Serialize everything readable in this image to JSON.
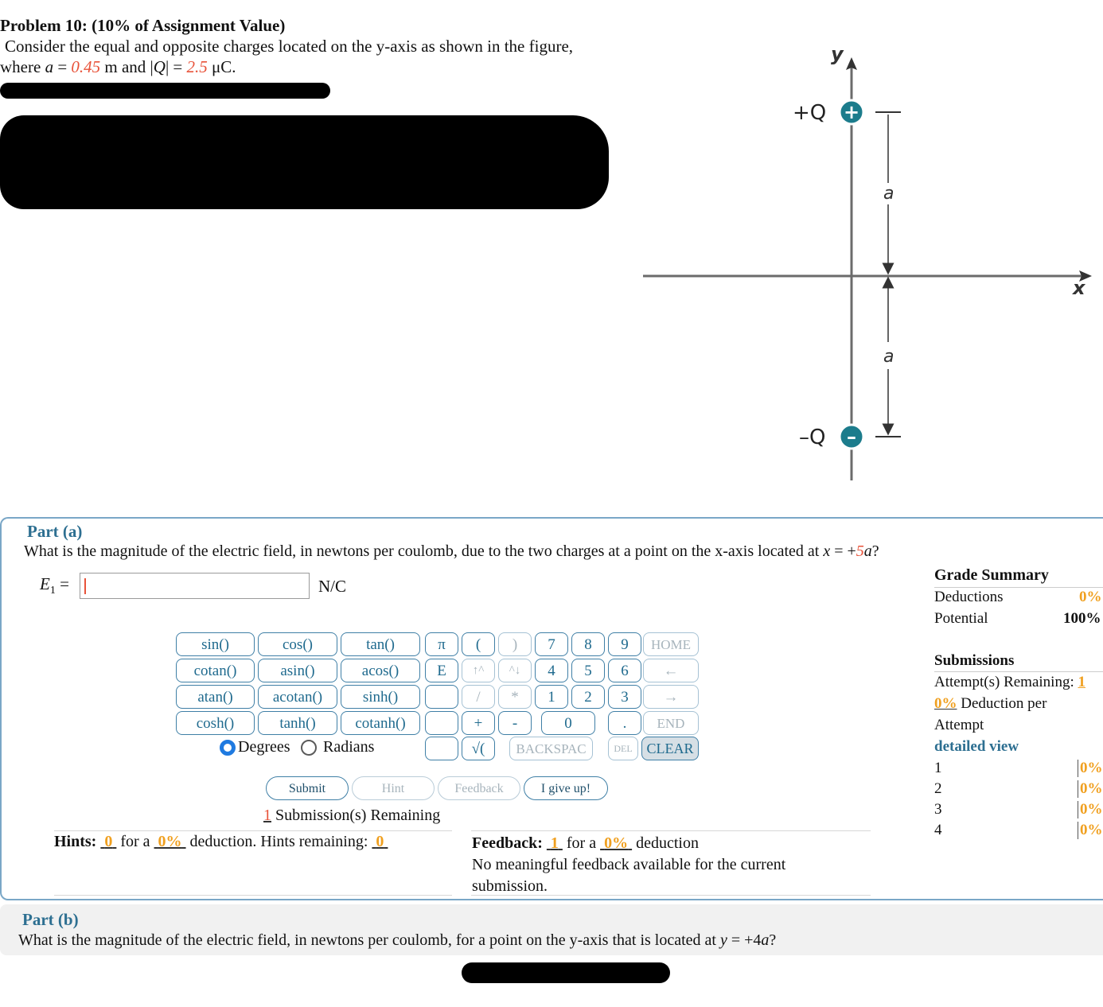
{
  "problem": {
    "title": "Problem 10: (10% of Assignment Value)",
    "statement_line1": "Consider the equal and opposite charges located on the y-axis as shown in the figure,",
    "statement_where": "where ",
    "a_symbol": "a",
    "equals": " = ",
    "a_value": "0.45",
    "a_unit_text": " m and |",
    "q_symbol": "Q",
    "q_equals": "| = ",
    "q_value": "2.5",
    "q_unit": " μC."
  },
  "diagram": {
    "y_axis_label": "y",
    "x_axis_label": "x",
    "top_charge_label": "+Q",
    "bottom_charge_label": "–Q",
    "top_charge_sign": "+",
    "bottom_charge_sign": "–",
    "upper_distance_label": "a",
    "lower_distance_label": "a",
    "colors": {
      "charge_fill": "#1c7c8c",
      "axis": "#6b6b6b"
    }
  },
  "part_a": {
    "heading": "Part (a)",
    "question_prefix": "What is the magnitude of the electric field, in newtons per coulomb, due to the two charges at a point on the x-axis located at ",
    "question_x": "x",
    "question_eq": " = +",
    "question_factor": "5",
    "question_a": "a",
    "question_end": "?",
    "answer_label_E": "E",
    "answer_label_sub": "1",
    "answer_label_eq": " =",
    "answer_value": "",
    "unit": "N/C"
  },
  "keypad": {
    "functions": [
      "sin()",
      "cos()",
      "tan()",
      "cotan()",
      "asin()",
      "acos()",
      "atan()",
      "acotan()",
      "sinh()",
      "cosh()",
      "tanh()",
      "cotanh()"
    ],
    "pi": "π",
    "e": "E",
    "open_paren": "(",
    "close_paren": ")",
    "up_arrow": "↑^",
    "caret_down": "^↓",
    "slash": "/",
    "star": "*",
    "plus": "+",
    "minus": "-",
    "sqrt": "√(",
    "digits": [
      "7",
      "8",
      "9",
      "4",
      "5",
      "6",
      "1",
      "2",
      "3",
      "0",
      "."
    ],
    "home": "HOME",
    "left": "←",
    "right": "→",
    "end": "END",
    "backspace": "BACKSPAC",
    "del": "DEL",
    "clear": "CLEAR",
    "degrees": "Degrees",
    "radians": "Radians"
  },
  "actions": {
    "submit": "Submit",
    "hint": "Hint",
    "feedback": "Feedback",
    "give_up": "I give up!",
    "submissions_count": "1",
    "submissions_text": " Submission(s) Remaining"
  },
  "hints": {
    "label": "Hints:",
    "count": "0",
    "for_a": " for a ",
    "pct": "0%",
    "deduction": " deduction. Hints remaining: ",
    "remaining": "0"
  },
  "feedback": {
    "label": "Feedback:",
    "count": "1",
    "for_a": " for a ",
    "pct": "0%",
    "deduction": " deduction",
    "message": "No meaningful feedback available for the current submission."
  },
  "grade_summary": {
    "title": "Grade Summary",
    "deductions_label": "Deductions",
    "deductions_value": "0%",
    "potential_label": "Potential",
    "potential_value": "100%",
    "submissions_title": "Submissions",
    "attempts_label": "Attempt(s) Remaining: ",
    "attempts_value": "1",
    "deduction_pct": "0%",
    "deduction_text": " Deduction per",
    "attempt_word": "Attempt",
    "detailed_view": "detailed view",
    "rows": [
      {
        "n": "1",
        "pct": "0%"
      },
      {
        "n": "2",
        "pct": "0%"
      },
      {
        "n": "3",
        "pct": "0%"
      },
      {
        "n": "4",
        "pct": "0%"
      }
    ]
  },
  "part_b": {
    "heading": "Part (b)",
    "question_prefix": "What is the magnitude of the electric field, in newtons per coulomb, for a point on the y-axis that is located at ",
    "question_y": "y",
    "question_eq": " = +4",
    "question_a": "a",
    "question_end": "?"
  }
}
